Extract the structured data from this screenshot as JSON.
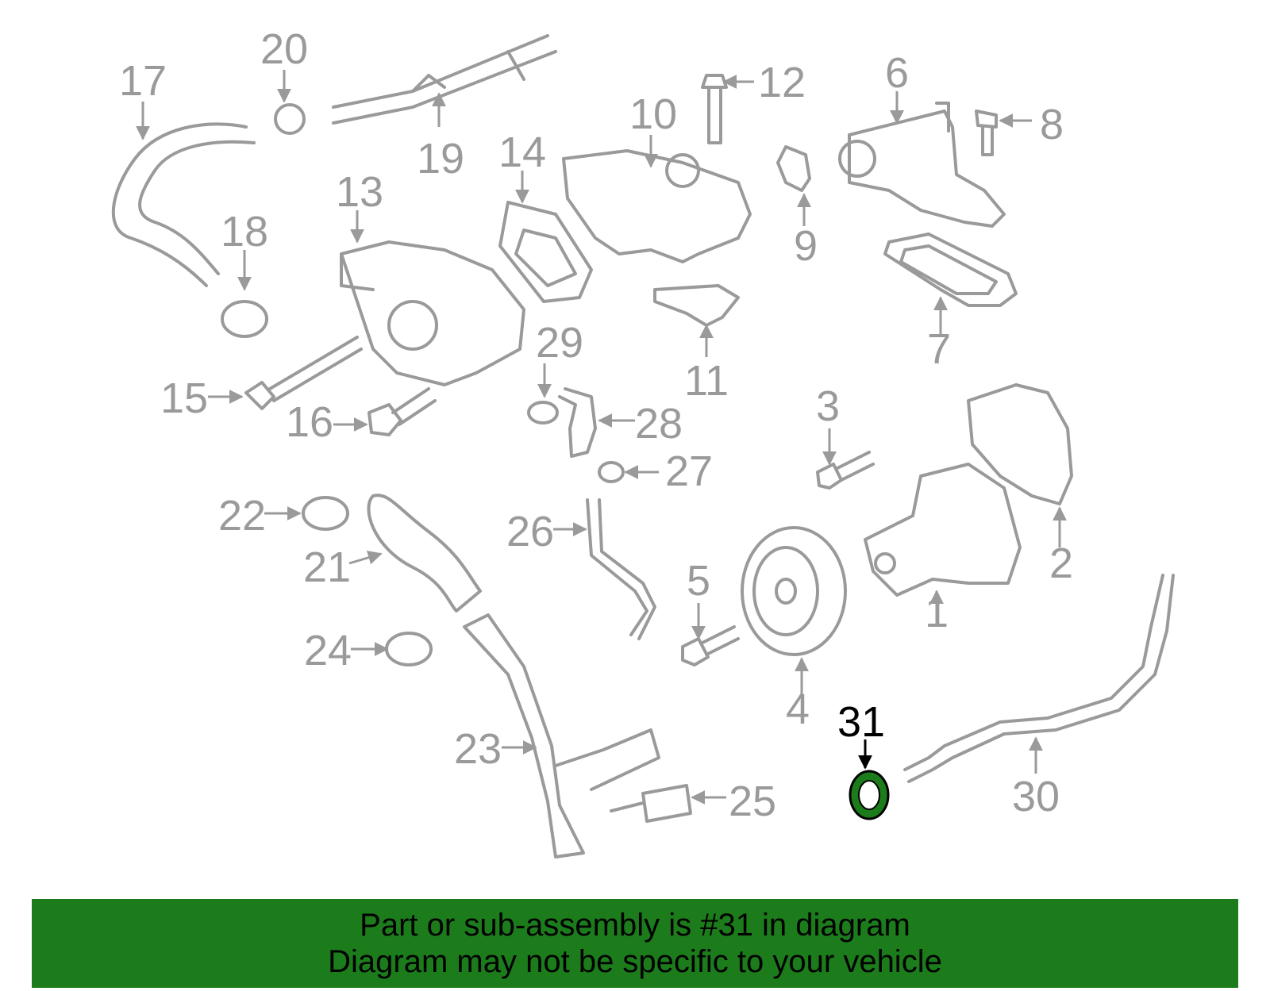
{
  "diagram": {
    "highlighted_part": "31",
    "highlight_color": "#1c7c1c",
    "line_color": "#9a9a9a",
    "callouts": [
      {
        "id": "1",
        "label": "1"
      },
      {
        "id": "2",
        "label": "2"
      },
      {
        "id": "3",
        "label": "3"
      },
      {
        "id": "4",
        "label": "4"
      },
      {
        "id": "5",
        "label": "5"
      },
      {
        "id": "6",
        "label": "6"
      },
      {
        "id": "7",
        "label": "7"
      },
      {
        "id": "8",
        "label": "8"
      },
      {
        "id": "9",
        "label": "9"
      },
      {
        "id": "10",
        "label": "10"
      },
      {
        "id": "11",
        "label": "11"
      },
      {
        "id": "12",
        "label": "12"
      },
      {
        "id": "13",
        "label": "13"
      },
      {
        "id": "14",
        "label": "14"
      },
      {
        "id": "15",
        "label": "15"
      },
      {
        "id": "16",
        "label": "16"
      },
      {
        "id": "17",
        "label": "17"
      },
      {
        "id": "18",
        "label": "18"
      },
      {
        "id": "19",
        "label": "19"
      },
      {
        "id": "20",
        "label": "20"
      },
      {
        "id": "21",
        "label": "21"
      },
      {
        "id": "22",
        "label": "22"
      },
      {
        "id": "23",
        "label": "23"
      },
      {
        "id": "24",
        "label": "24"
      },
      {
        "id": "25",
        "label": "25"
      },
      {
        "id": "26",
        "label": "26"
      },
      {
        "id": "27",
        "label": "27"
      },
      {
        "id": "28",
        "label": "28"
      },
      {
        "id": "29",
        "label": "29"
      },
      {
        "id": "30",
        "label": "30"
      },
      {
        "id": "31",
        "label": "31"
      }
    ]
  },
  "banner": {
    "line1": "Part or sub-assembly is #31 in diagram",
    "line2": "Diagram may not be specific to your vehicle",
    "background": "#1c7c1c"
  }
}
